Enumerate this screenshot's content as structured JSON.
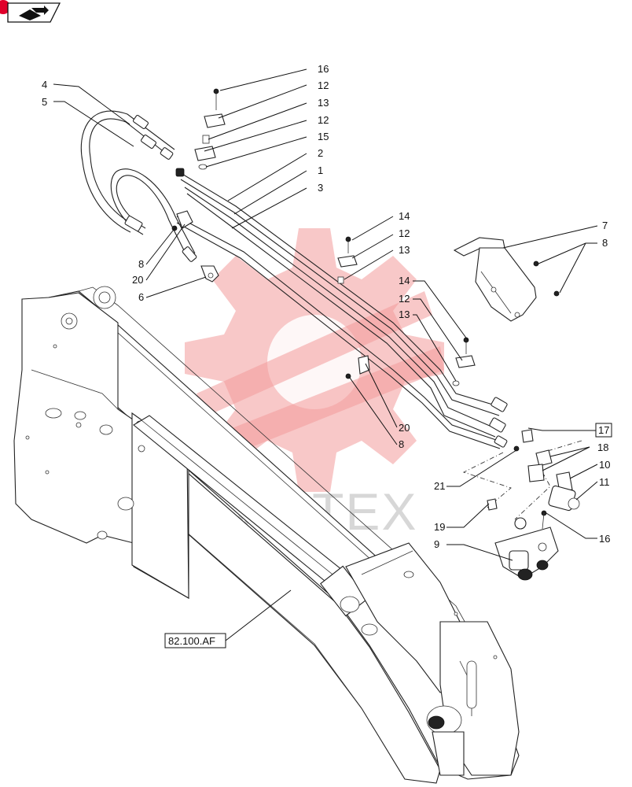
{
  "watermark": {
    "text": "ИНТЕХ",
    "color": "#f29a9a"
  },
  "nav": {
    "icon": "book-arrow-icon",
    "badge_color": "#e0002a"
  },
  "reference_box": "82.100.AF",
  "callouts": [
    {
      "id": "c16a",
      "label": "16"
    },
    {
      "id": "c12a",
      "label": "12"
    },
    {
      "id": "c13a",
      "label": "13"
    },
    {
      "id": "c12b",
      "label": "12"
    },
    {
      "id": "c15",
      "label": "15"
    },
    {
      "id": "c2",
      "label": "2"
    },
    {
      "id": "c1",
      "label": "1"
    },
    {
      "id": "c3",
      "label": "3"
    },
    {
      "id": "c4",
      "label": "4"
    },
    {
      "id": "c5",
      "label": "5"
    },
    {
      "id": "c8a",
      "label": "8"
    },
    {
      "id": "c20a",
      "label": "20"
    },
    {
      "id": "c6",
      "label": "6"
    },
    {
      "id": "c14a",
      "label": "14"
    },
    {
      "id": "c12c",
      "label": "12"
    },
    {
      "id": "c13b",
      "label": "13"
    },
    {
      "id": "c7",
      "label": "7"
    },
    {
      "id": "c8b",
      "label": "8"
    },
    {
      "id": "c14b",
      "label": "14"
    },
    {
      "id": "c12d",
      "label": "12"
    },
    {
      "id": "c13c",
      "label": "13"
    },
    {
      "id": "c20b",
      "label": "20"
    },
    {
      "id": "c8c",
      "label": "8"
    },
    {
      "id": "c17",
      "label": "17"
    },
    {
      "id": "c18",
      "label": "18"
    },
    {
      "id": "c10",
      "label": "10"
    },
    {
      "id": "c11",
      "label": "11"
    },
    {
      "id": "c21",
      "label": "21"
    },
    {
      "id": "c19",
      "label": "19"
    },
    {
      "id": "c16b",
      "label": "16"
    },
    {
      "id": "c9",
      "label": "9"
    }
  ]
}
